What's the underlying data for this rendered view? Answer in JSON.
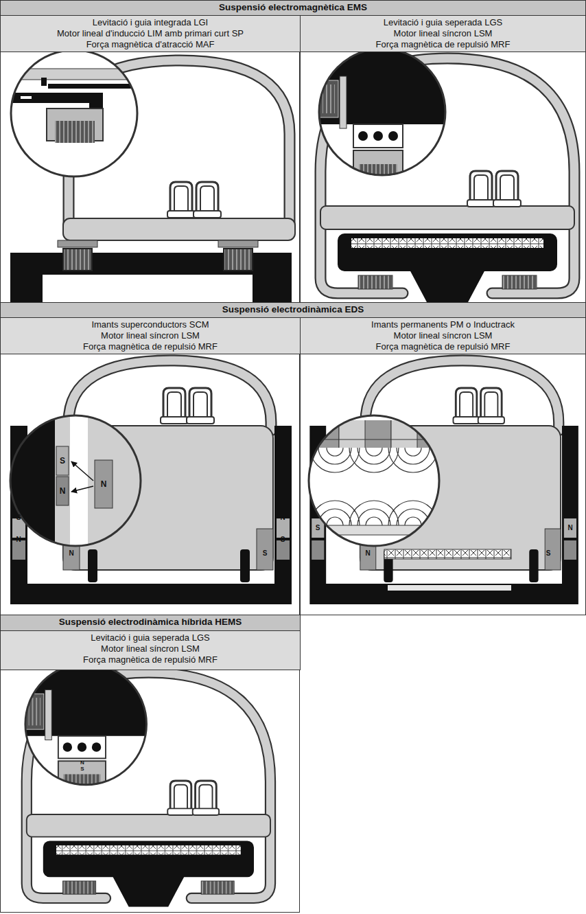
{
  "diagram": {
    "nodes": [
      {
        "text": [
          "Suspensió electromagnètica EMS"
        ]
      },
      {
        "text": [
          "Levitació i guia integrada LGI",
          "Motor lineal d'inducció LIM amb primari curt SP",
          "Força magnètica d'atracció MAF"
        ]
      },
      {
        "text": [
          "Levitació i guia seperada LGS",
          "Motor lineal síncron LSM",
          "Força magnètica de repulsió MRF"
        ]
      },
      {
        "text": [
          "Suspensió electrodinàmica EDS"
        ]
      },
      {
        "text": [
          "Imants superconductors SCM",
          "Motor lineal síncron LSM",
          "Força magnètica de repulsió MRF"
        ]
      },
      {
        "text": [
          "Imants permanents PM o Inductrack",
          "Motor lineal síncron LSM",
          "Força magnètica de repulsió MRF"
        ]
      },
      {
        "text": [
          "Suspensió electrodinàmica híbrida HEMS"
        ]
      },
      {
        "text": [
          "Levitació i guia seperada LGS",
          "Motor lineal síncron LSM",
          "Força magnètica de repulsió MRF"
        ]
      }
    ],
    "labels": [
      "S",
      "N",
      "N",
      "S",
      "N",
      "N",
      "S",
      "N",
      "S",
      "S",
      "N",
      "S",
      "N",
      "N",
      "S"
    ]
  }
}
